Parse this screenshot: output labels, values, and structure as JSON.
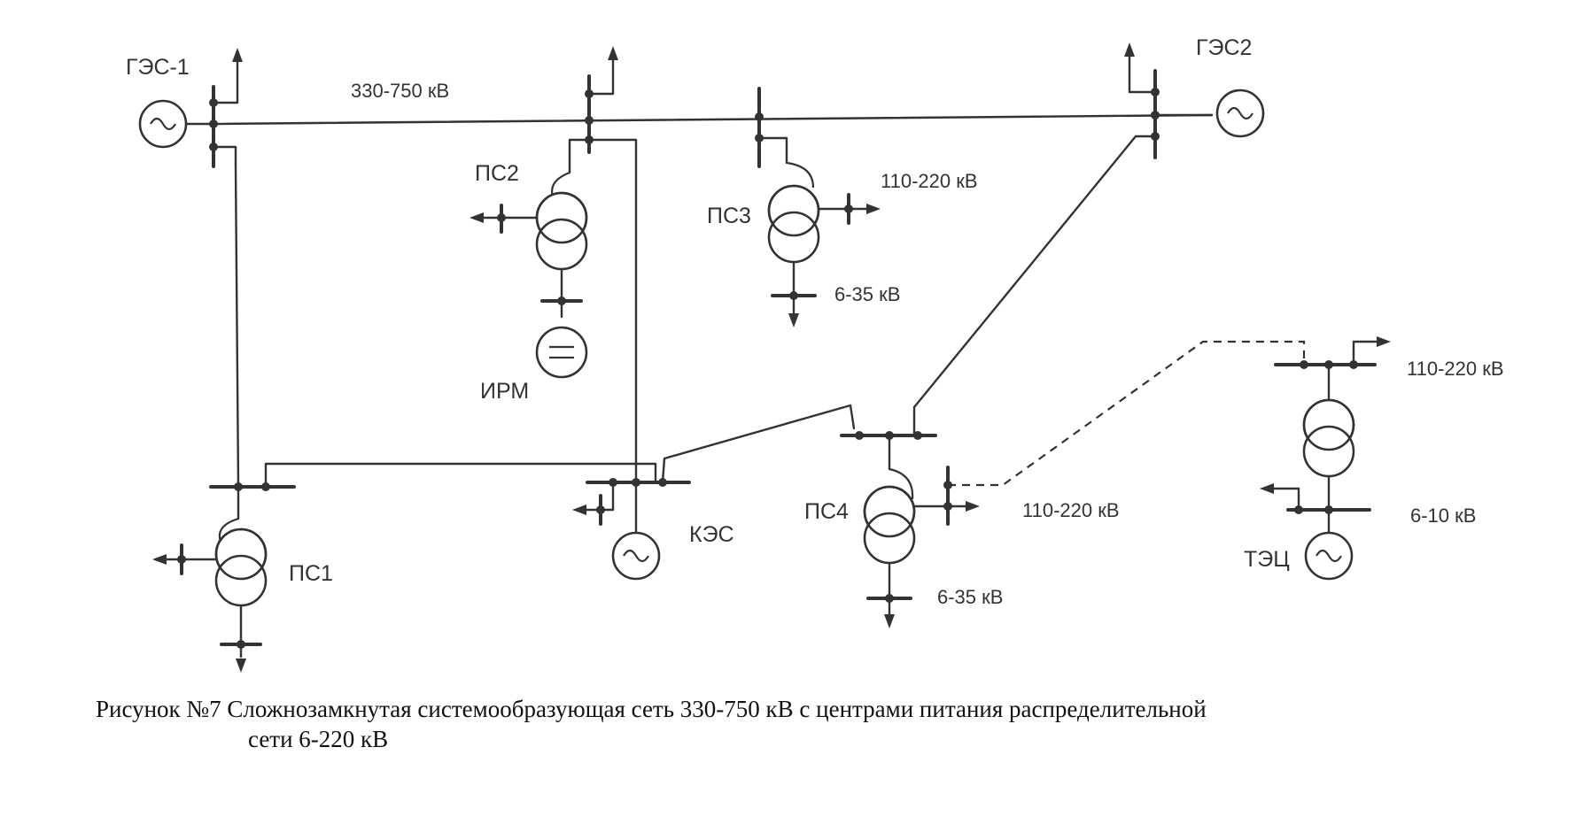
{
  "nodes": {
    "ges1": "ГЭС-1",
    "ges2": "ГЭС2",
    "ps1": "ПС1",
    "ps2": "ПС2",
    "ps3": "ПС3",
    "ps4": "ПС4",
    "kes": "КЭС",
    "irm": "ИРМ",
    "tec": "ТЭЦ"
  },
  "voltages": {
    "trunk": "330-750 кВ",
    "ps3_hv": "110-220 кВ",
    "ps3_lv": "6-35 кВ",
    "ps4_hv": "110-220 кВ",
    "ps4_lv": "6-35 кВ",
    "tec_hv": "110-220 кВ",
    "tec_lv": "6-10 кВ"
  },
  "caption": {
    "line1": "Рисунок №7 Сложнозамкнутая системообразующая сеть 330-750 кВ с центрами питания распределительной",
    "line2": "сети  6-220 кВ"
  }
}
